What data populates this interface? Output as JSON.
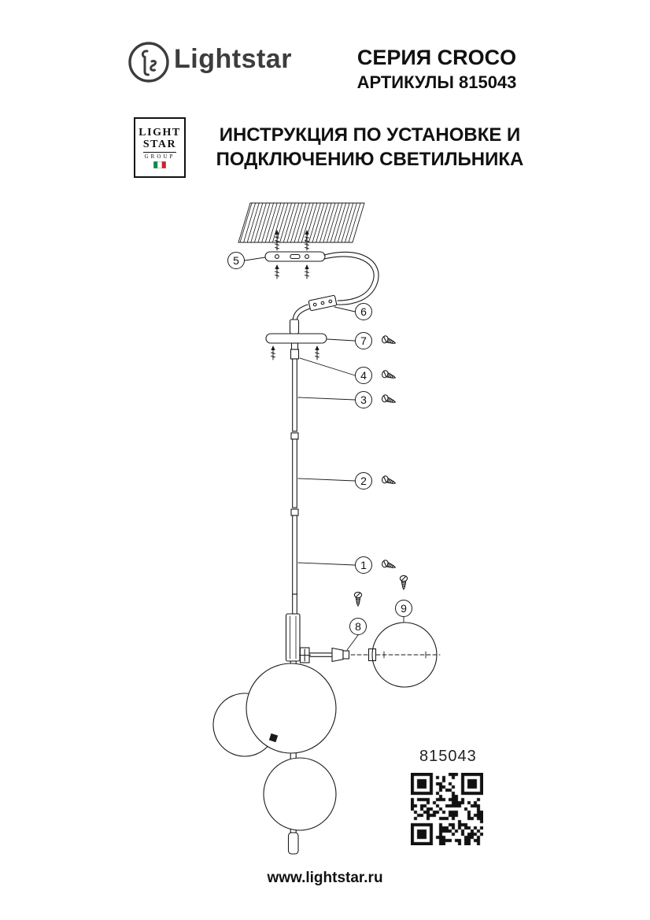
{
  "colors": {
    "ink": "#1a1a1a",
    "brand_gray": "#3d3d3d",
    "flag_green": "#008C45",
    "flag_red": "#CD212A"
  },
  "header": {
    "brand": "Lightstar",
    "series": "СЕРИЯ CROCO",
    "articles": "АРТИКУЛЫ 815043",
    "instruction_line1": "ИНСТРУКЦИЯ ПО УСТАНОВКЕ И",
    "instruction_line2": "ПОДКЛЮЧЕНИЮ СВЕТИЛЬНИКА"
  },
  "group_logo": {
    "line1": "LIGHT",
    "line2": "STAR",
    "line3": "GROUP"
  },
  "icons": {
    "brand_mark": "lightstar-circle-logo",
    "screw": "screw-icon",
    "qr": "qr-code"
  },
  "diagram": {
    "callouts": {
      "n1": "1",
      "n2": "2",
      "n3": "3",
      "n4": "4",
      "n5": "5",
      "n6": "6",
      "n7": "7",
      "n8": "8",
      "n9": "9"
    }
  },
  "article_number": "815043",
  "footer": {
    "url": "www.lightstar.ru"
  }
}
